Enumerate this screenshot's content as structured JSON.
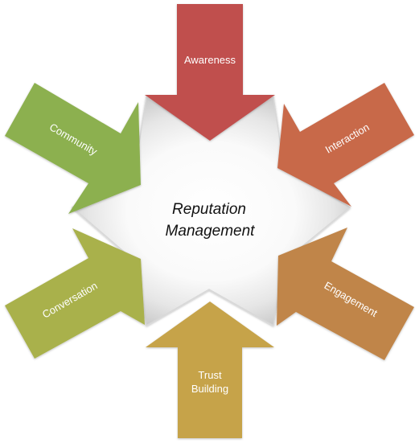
{
  "center": {
    "lines": [
      "Reputation",
      "Management"
    ]
  },
  "arrows": [
    {
      "id": "awareness",
      "lines": [
        "Awareness"
      ],
      "color": "#c0504d"
    },
    {
      "id": "interaction",
      "lines": [
        "Interaction"
      ],
      "color": "#c8694a"
    },
    {
      "id": "engagement",
      "lines": [
        "Engagement"
      ],
      "color": "#c08548"
    },
    {
      "id": "trust-building",
      "lines": [
        "Trust",
        "Building"
      ],
      "color": "#c6a34a"
    },
    {
      "id": "conversation",
      "lines": [
        "Conversation"
      ],
      "color": "#a9b14c"
    },
    {
      "id": "community",
      "lines": [
        "Community"
      ],
      "color": "#8cb050"
    }
  ]
}
